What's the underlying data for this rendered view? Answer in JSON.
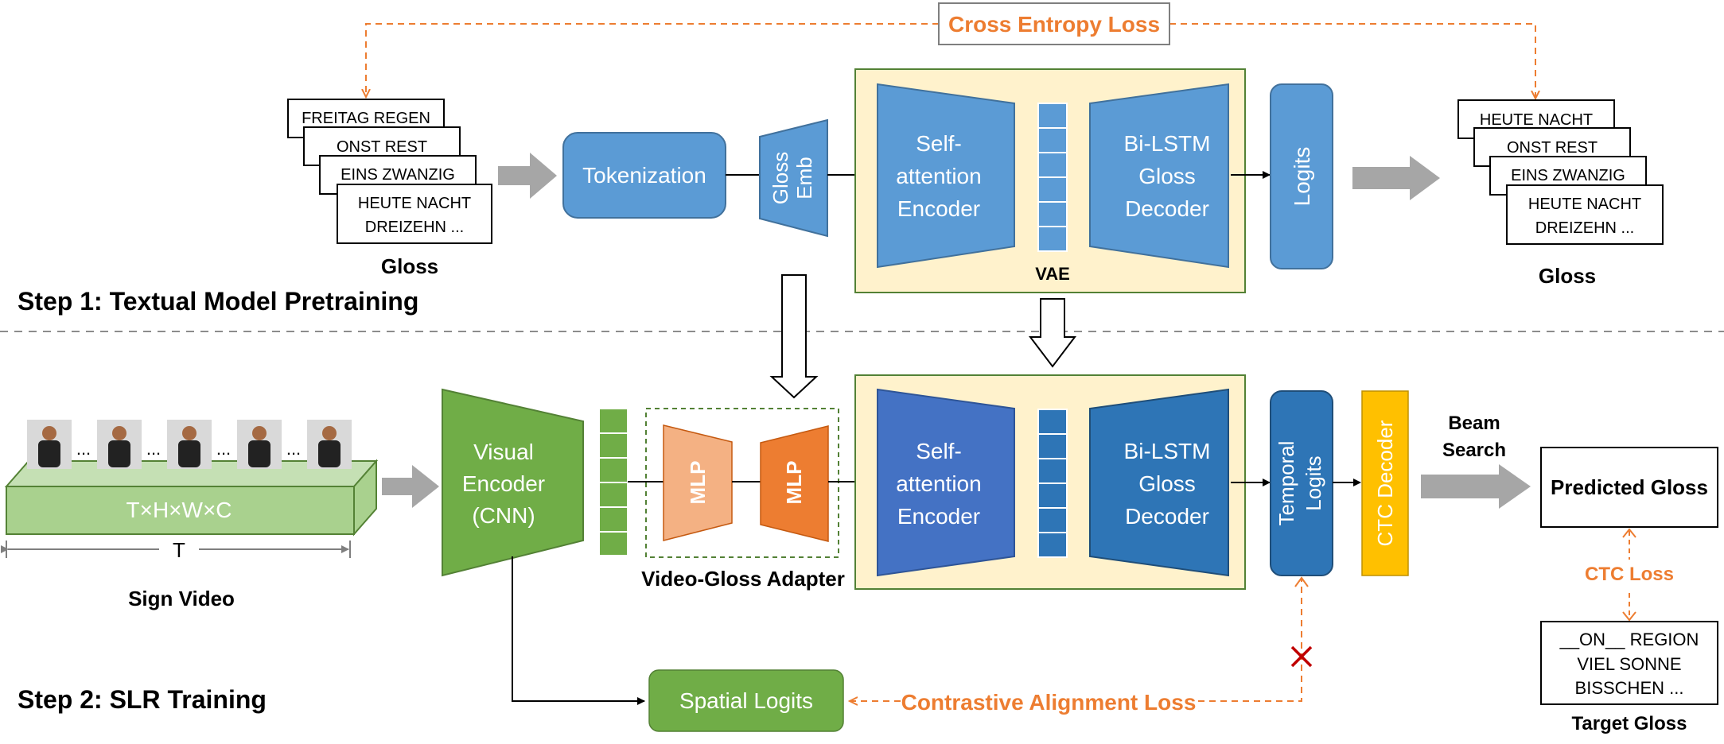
{
  "step1": {
    "label": "Step 1: Textual Model Pretraining",
    "loss": "Cross Entropy Loss",
    "input_cards": [
      "FREITAG REGEN",
      "ONST REST",
      "EINS ZWANZIG",
      "HEUTE NACHT",
      "DREIZEHN ..."
    ],
    "input_caption": "Gloss",
    "tokenization": "Tokenization",
    "gloss_emb": [
      "Gloss",
      "Emb"
    ],
    "encoder": [
      "Self-",
      "attention",
      "Encoder"
    ],
    "decoder": [
      "Bi-LSTM",
      "Gloss",
      "Decoder"
    ],
    "vae_label": "VAE",
    "logits": "Logits",
    "output_cards": [
      "HEUTE NACHT",
      "ONST REST",
      "EINS ZWANZIG",
      "HEUTE NACHT",
      "DREIZEHN ..."
    ],
    "output_caption": "Gloss"
  },
  "step2": {
    "label": "Step 2: SLR Training",
    "video_dims": "T×H×W×C",
    "video_time": "T",
    "ellipsis": "...",
    "video_caption": "Sign Video",
    "visual_encoder": [
      "Visual",
      "Encoder",
      "(CNN)"
    ],
    "mlp": "MLP",
    "adapter_caption": "Video-Gloss Adapter",
    "encoder": [
      "Self-",
      "attention",
      "Encoder"
    ],
    "decoder": [
      "Bi-LSTM",
      "Gloss",
      "Decoder"
    ],
    "temporal_logits": [
      "Temporal",
      "Logits"
    ],
    "ctc_decoder": "CTC Decoder",
    "beam_search": [
      "Beam",
      "Search"
    ],
    "predicted": "Predicted Gloss",
    "ctc_loss": "CTC Loss",
    "target_lines": [
      "__ON__ REGION",
      "VIEL SONNE",
      "BISSCHEN ..."
    ],
    "target_caption": "Target Gloss",
    "spatial_logits": "Spatial Logits",
    "contrastive_loss": "Contrastive Alignment Loss"
  },
  "colors": {
    "blue_light": "#5b9bd5",
    "blue_dark": "#2e75b6",
    "blue_encoder2": "#4472c4",
    "green": "#70ad47",
    "green_light": "#a9d18e",
    "orange": "#ed7d31",
    "orange_light": "#f4b183",
    "yellow": "#ffc000",
    "cream": "#fff2cc",
    "loss_text": "#ed7d31",
    "gray_arrow": "#a6a6a6",
    "cross": "#c00000"
  }
}
